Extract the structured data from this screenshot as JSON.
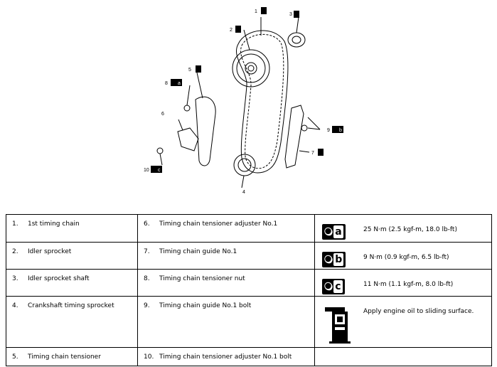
{
  "diagram": {
    "callouts": [
      "1",
      "2",
      "3",
      "4",
      "5",
      "6",
      "7",
      "8",
      "9",
      "10"
    ],
    "torque_letters": [
      "a",
      "b",
      "c"
    ]
  },
  "legend": {
    "rows": [
      {
        "n1": "1.",
        "l1": "1st timing chain",
        "n2": "6.",
        "l2": "Timing chain tensioner adjuster No.1",
        "sym": "torque",
        "letter": "a",
        "text": "25 N·m (2.5 kgf-m, 18.0 lb-ft)"
      },
      {
        "n1": "2.",
        "l1": "Idler sprocket",
        "n2": "7.",
        "l2": "Timing chain guide No.1",
        "sym": "torque",
        "letter": "b",
        "text": "9 N·m (0.9 kgf-m, 6.5 lb-ft)"
      },
      {
        "n1": "3.",
        "l1": "Idler sprocket shaft",
        "n2": "8.",
        "l2": "Timing chain tensioner nut",
        "sym": "torque",
        "letter": "c",
        "text": "11 N·m (1.1 kgf-m, 8.0 lb-ft)"
      },
      {
        "n1": "4.",
        "l1": "Crankshaft timing sprocket",
        "n2": "9.",
        "l2": "Timing chain guide No.1 bolt",
        "sym": "oil",
        "letter": "",
        "text": "Apply engine oil to sliding surface."
      },
      {
        "n1": "5.",
        "l1": "Timing chain tensioner",
        "n2": "10.",
        "l2": "Timing chain tensioner adjuster No.1 bolt",
        "sym": "none",
        "letter": "",
        "text": ""
      }
    ]
  }
}
